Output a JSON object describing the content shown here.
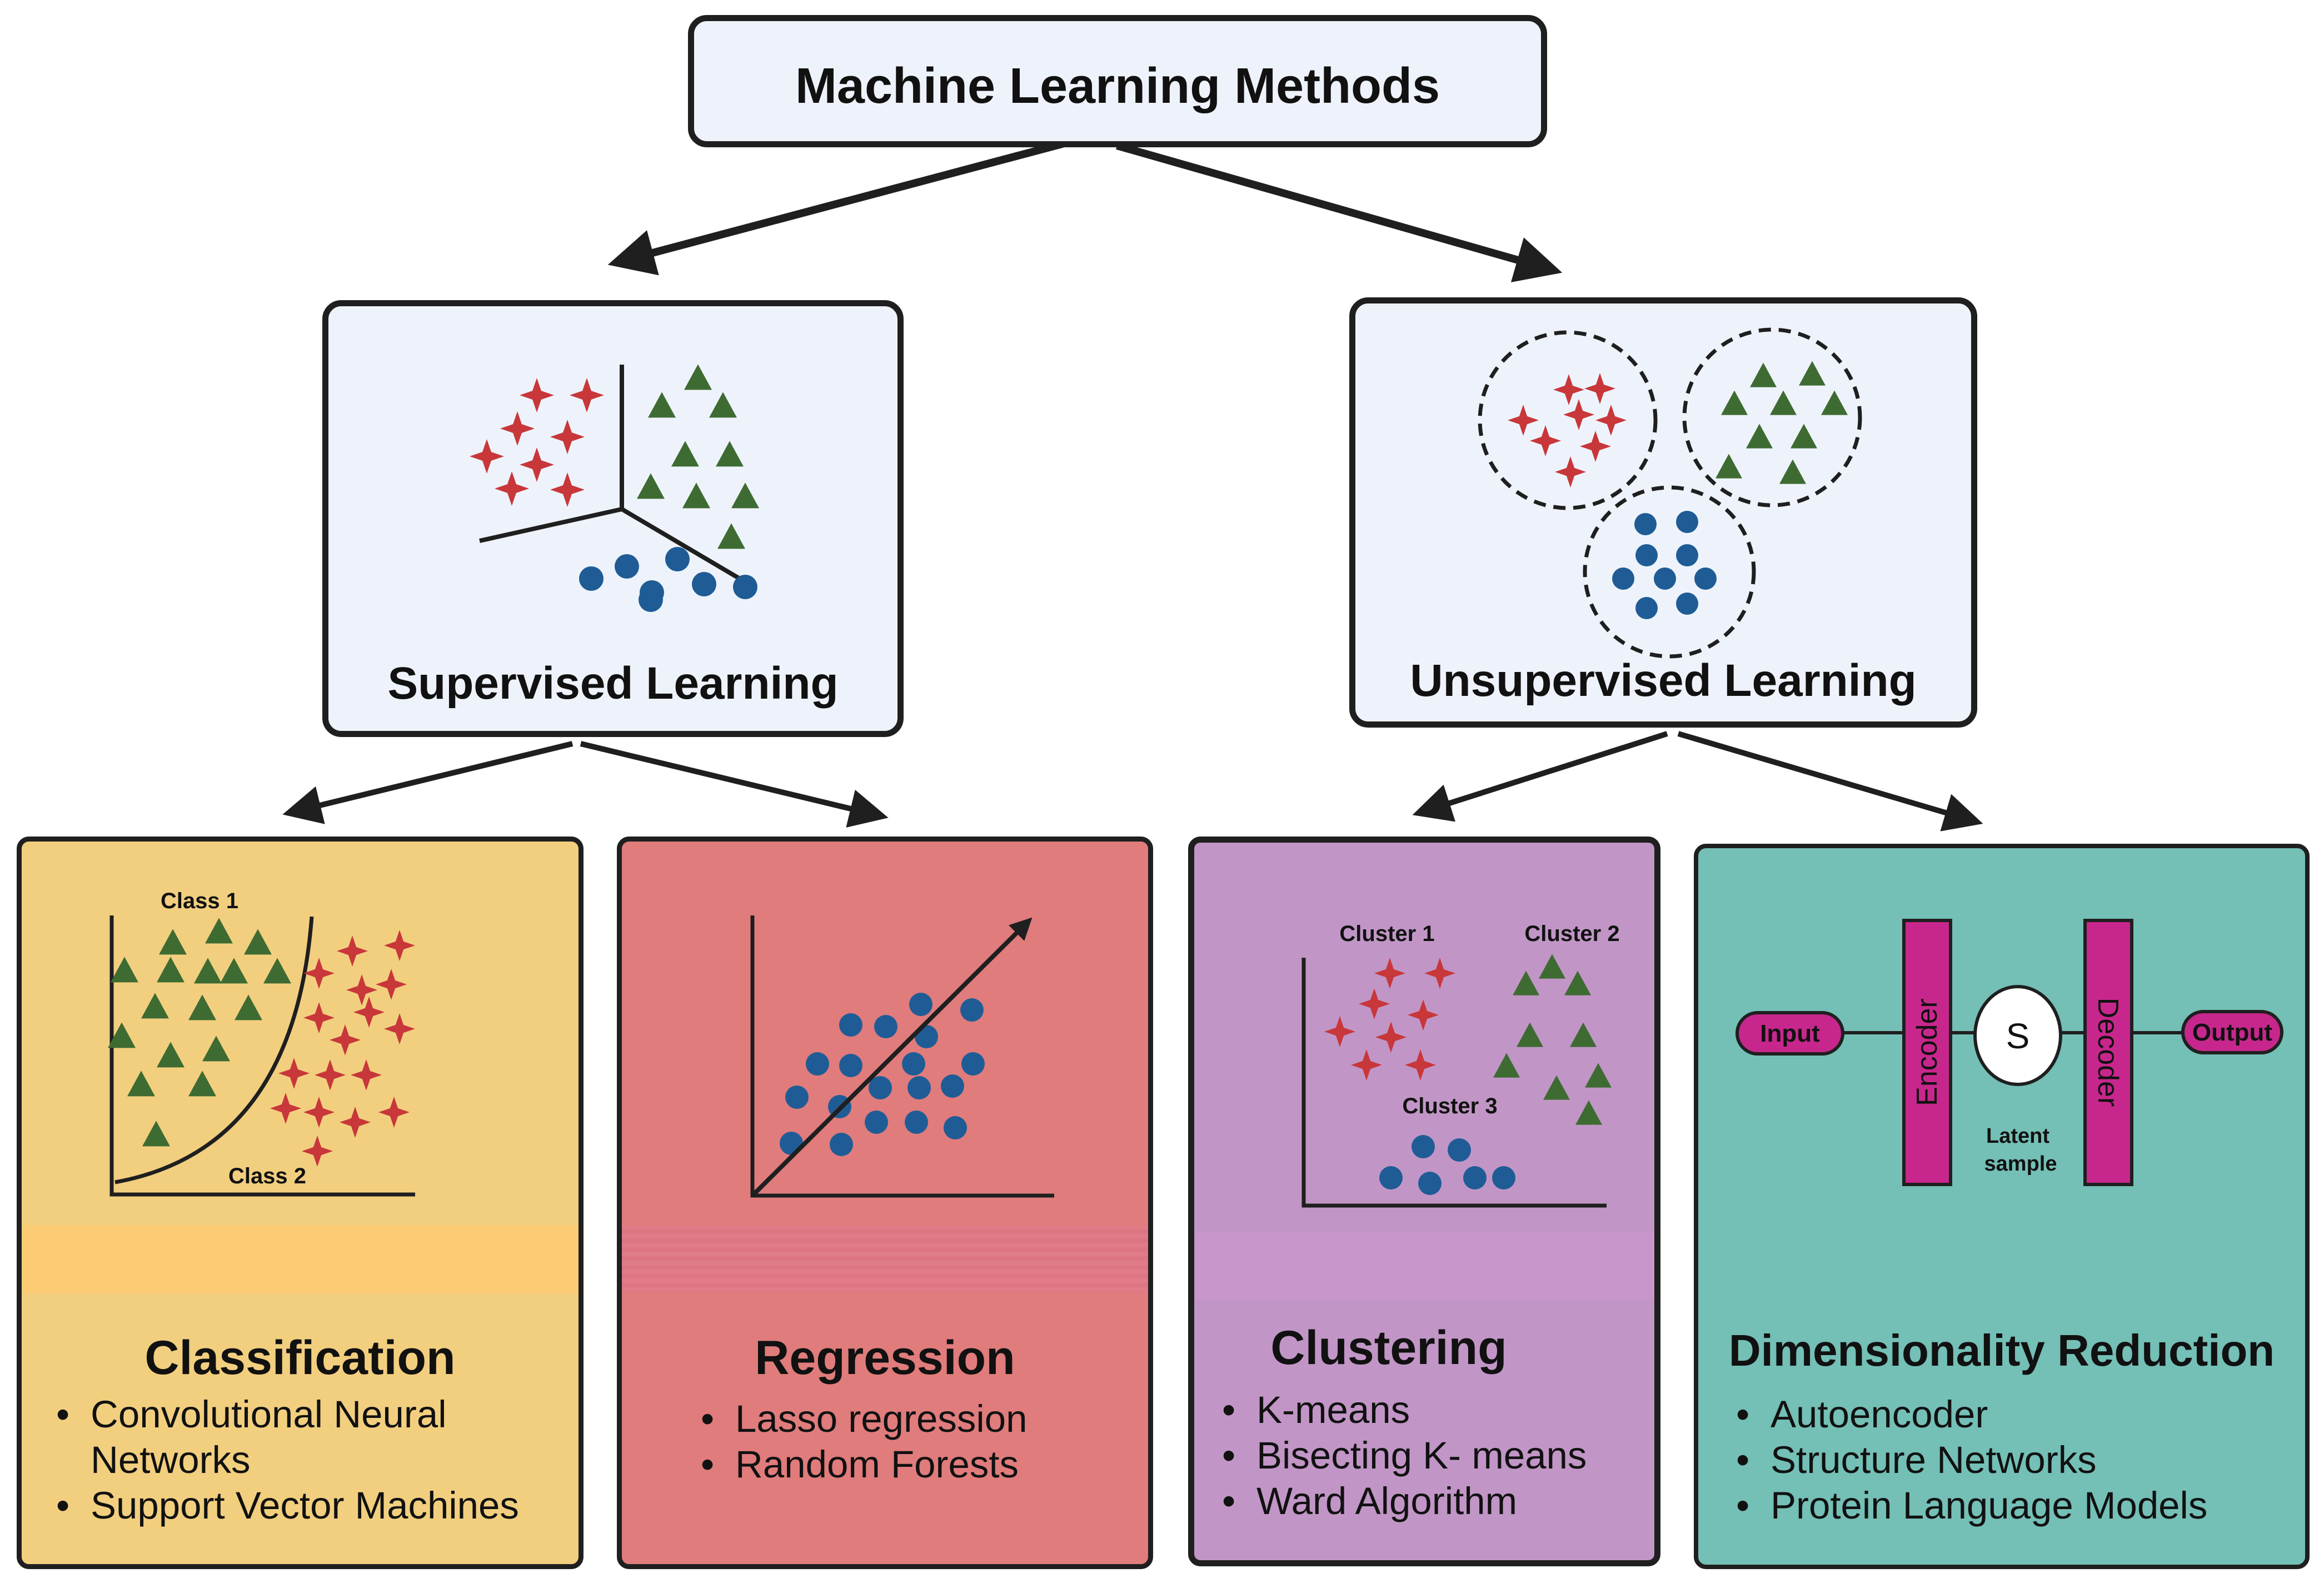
{
  "root": {
    "title": "Machine Learning Methods"
  },
  "supervised": {
    "title": "Supervised Learning"
  },
  "unsupervised": {
    "title": "Unsupervised Learning"
  },
  "classification": {
    "title": "Classification",
    "plot_labels": {
      "class1": "Class 1",
      "class2": "Class 2"
    },
    "items": [
      "Convolutional Neural Networks",
      "Support Vector Machines"
    ]
  },
  "regression": {
    "title": "Regression",
    "items": [
      "Lasso regression",
      "Random Forests"
    ]
  },
  "clustering": {
    "title": "Clustering",
    "plot_labels": {
      "cluster1": "Cluster 1",
      "cluster2": "Cluster 2",
      "cluster3": "Cluster 3"
    },
    "items": [
      "K-means",
      "Bisecting K- means",
      "Ward Algorithm"
    ]
  },
  "dimensionality": {
    "title": "Dimensionality Reduction",
    "diagram": {
      "input": "Input",
      "encoder": "Encoder",
      "latent": "S",
      "latent_caption_1": "Latent",
      "latent_caption_2": "sample",
      "decoder": "Decoder",
      "output": "Output"
    },
    "items": [
      "Autoencoder",
      "Structure Networks",
      "Protein Language Models"
    ]
  },
  "colors": {
    "red_star": "#c8373a",
    "green_triangle": "#3e6b32",
    "blue_dot": "#1f5c96",
    "classification_bg": "#f2cf7f",
    "regression_bg": "#e07c7c",
    "clustering_bg": "#c196c6",
    "dimensionality_bg": "#74bfb6",
    "encoder_magenta": "#c7278c",
    "panel_bg": "#eef3fb"
  }
}
